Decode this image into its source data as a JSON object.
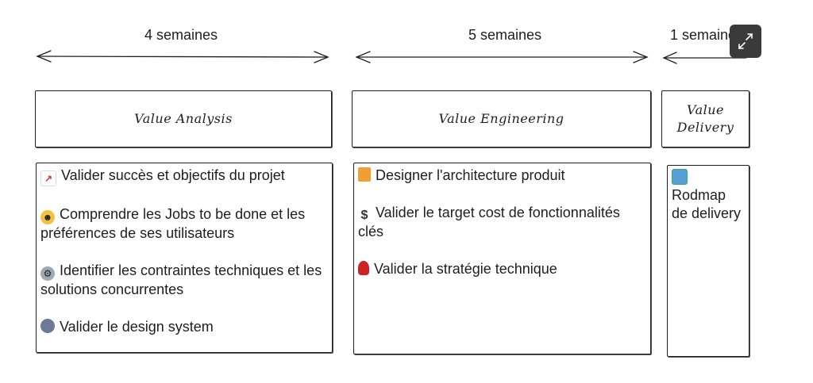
{
  "durations": {
    "analysis": "4 semaines",
    "engineering": "5 semaines",
    "delivery": "1 semaine"
  },
  "phases": {
    "analysis": {
      "title": "Value Analysis",
      "items": [
        {
          "icon": "chart-increasing-icon",
          "text": "Valider succès et objectifs du projet"
        },
        {
          "icon": "smiling-face-icon",
          "text": "Comprendre les Jobs to be done et les préférences de ses utilisateurs"
        },
        {
          "icon": "gear-icon",
          "text": "Identifier les contraintes techniques et les solutions concurrentes"
        },
        {
          "icon": "student-icon",
          "text": "Valider le design system"
        }
      ]
    },
    "engineering": {
      "title": "Value Engineering",
      "items": [
        {
          "icon": "construction-crane-icon",
          "text": "Designer l'architecture produit"
        },
        {
          "icon": "dollar-icon",
          "text": "Valider le target cost de fonctionnalités clés"
        },
        {
          "icon": "joystick-icon",
          "text": "Valider la stratégie technique"
        }
      ]
    },
    "delivery": {
      "title_line1": "Value",
      "title_line2": "Delivery",
      "items": [
        {
          "icon": "map-icon",
          "text": "Rodmap de delivery"
        }
      ]
    }
  },
  "expand_button": {
    "icon": "expand-icon"
  }
}
